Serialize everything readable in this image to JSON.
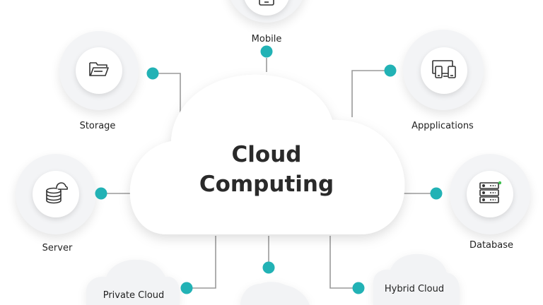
{
  "diagram": {
    "title_line1": "Cloud",
    "title_line2": "Computing",
    "nodes": {
      "mobile": {
        "label": "Mobile",
        "icon": "mobile-icon"
      },
      "storage": {
        "label": "Storage",
        "icon": "folder-icon"
      },
      "applications": {
        "label": "Appplications",
        "icon": "devices-icon"
      },
      "server": {
        "label": "Server",
        "icon": "server-cloud-icon"
      },
      "database": {
        "label": "Database",
        "icon": "database-rack-icon"
      },
      "private_cloud": {
        "label": "Private Cloud"
      },
      "hybrid_cloud": {
        "label": "Hybrid Cloud"
      }
    },
    "colors": {
      "connector_dot": "#22b2b5",
      "connector_line": "#9a9a9a",
      "text": "#2a2a2a"
    }
  }
}
